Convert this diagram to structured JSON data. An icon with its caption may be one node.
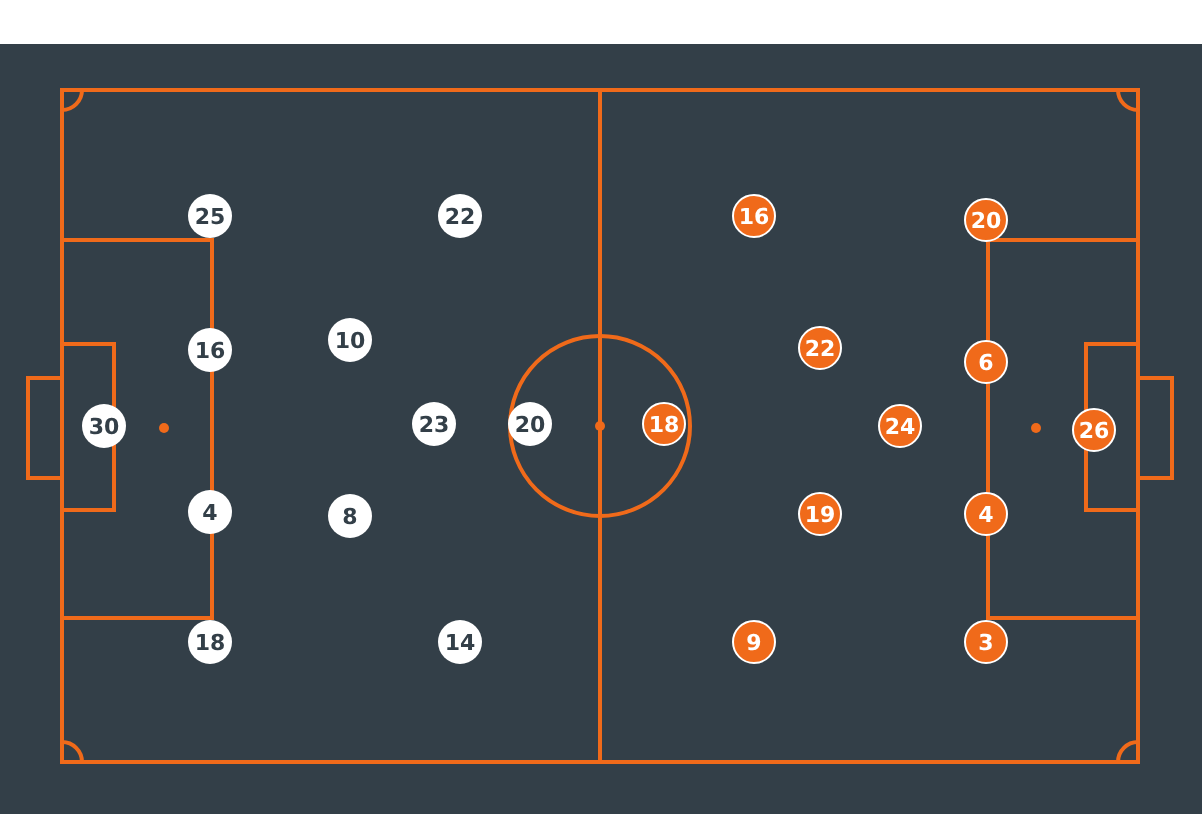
{
  "diagram": {
    "nodes": [
      {
        "text": [
          "30"
        ]
      },
      {
        "text": [
          "25"
        ]
      },
      {
        "text": [
          "16"
        ]
      },
      {
        "text": [
          "4"
        ]
      },
      {
        "text": [
          "18"
        ]
      },
      {
        "text": [
          "10"
        ]
      },
      {
        "text": [
          "8"
        ]
      },
      {
        "text": [
          "22"
        ]
      },
      {
        "text": [
          "23"
        ]
      },
      {
        "text": [
          "14"
        ]
      },
      {
        "text": [
          "20"
        ]
      },
      {
        "text": [
          "18"
        ]
      },
      {
        "text": [
          "16"
        ]
      },
      {
        "text": [
          "22"
        ]
      },
      {
        "text": [
          "19"
        ]
      },
      {
        "text": [
          "9"
        ]
      },
      {
        "text": [
          "24"
        ]
      },
      {
        "text": [
          "20"
        ]
      },
      {
        "text": [
          "6"
        ]
      },
      {
        "text": [
          "4"
        ]
      },
      {
        "text": [
          "3"
        ]
      },
      {
        "text": [
          "26"
        ]
      }
    ]
  }
}
